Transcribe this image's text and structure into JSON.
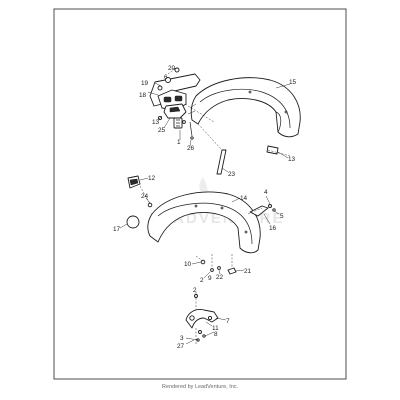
{
  "watermark": "LEADVENTURE",
  "footer": "Rendered by LeadVenture, Inc.",
  "callouts": {
    "c20": "20",
    "c6a": "6",
    "c19": "19",
    "c18": "18",
    "c15": "15",
    "c13a": "13",
    "c25": "25",
    "c1": "1",
    "c26": "26",
    "c13b": "13",
    "c23": "23",
    "c12": "12",
    "c24": "24",
    "c14": "14",
    "c4": "4",
    "c5": "5",
    "c16": "16",
    "c17": "17",
    "c10": "10",
    "c2a": "2",
    "c9": "9",
    "c22": "22",
    "c21": "21",
    "c2b": "2",
    "c7": "7",
    "c11": "11",
    "c8": "8",
    "c3": "3",
    "c27": "27"
  }
}
